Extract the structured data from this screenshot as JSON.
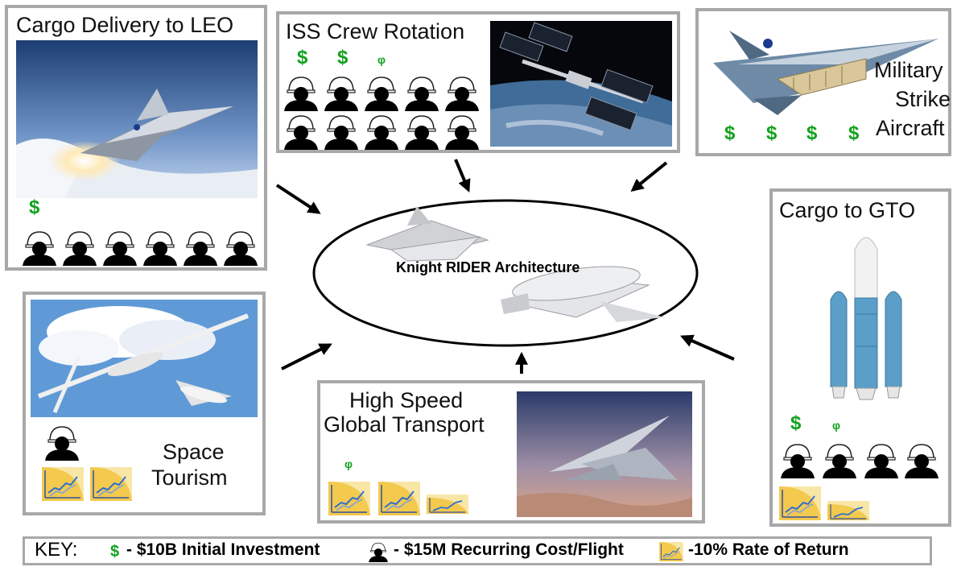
{
  "panels": {
    "cargo_leo": {
      "title": "Cargo Delivery to LEO"
    },
    "iss": {
      "title": "ISS Crew Rotation"
    },
    "military": {
      "title_line1": "Military",
      "title_line2": "Strike",
      "title_line3": "Aircraft"
    },
    "gto": {
      "title": "Cargo to GTO"
    },
    "tourism": {
      "title_line1": "Space",
      "title_line2": "Tourism"
    },
    "hsgt": {
      "title_line1": "High Speed",
      "title_line2": "Global Transport"
    }
  },
  "center": {
    "label": "Knight RIDER Architecture"
  },
  "key": {
    "heading": "KEY:",
    "dollar_symbol": "$",
    "investment": "- $10B Initial Investment",
    "recurring": "- $15M Recurring Cost/Flight",
    "return": "-10% Rate of Return"
  },
  "symbols": {
    "dollar": "$",
    "half_dollar": "φ"
  },
  "colors": {
    "dollar_green": "#12a21e",
    "panel_border": "#a8a8a8",
    "chart_yellow": "#f6d56a"
  }
}
